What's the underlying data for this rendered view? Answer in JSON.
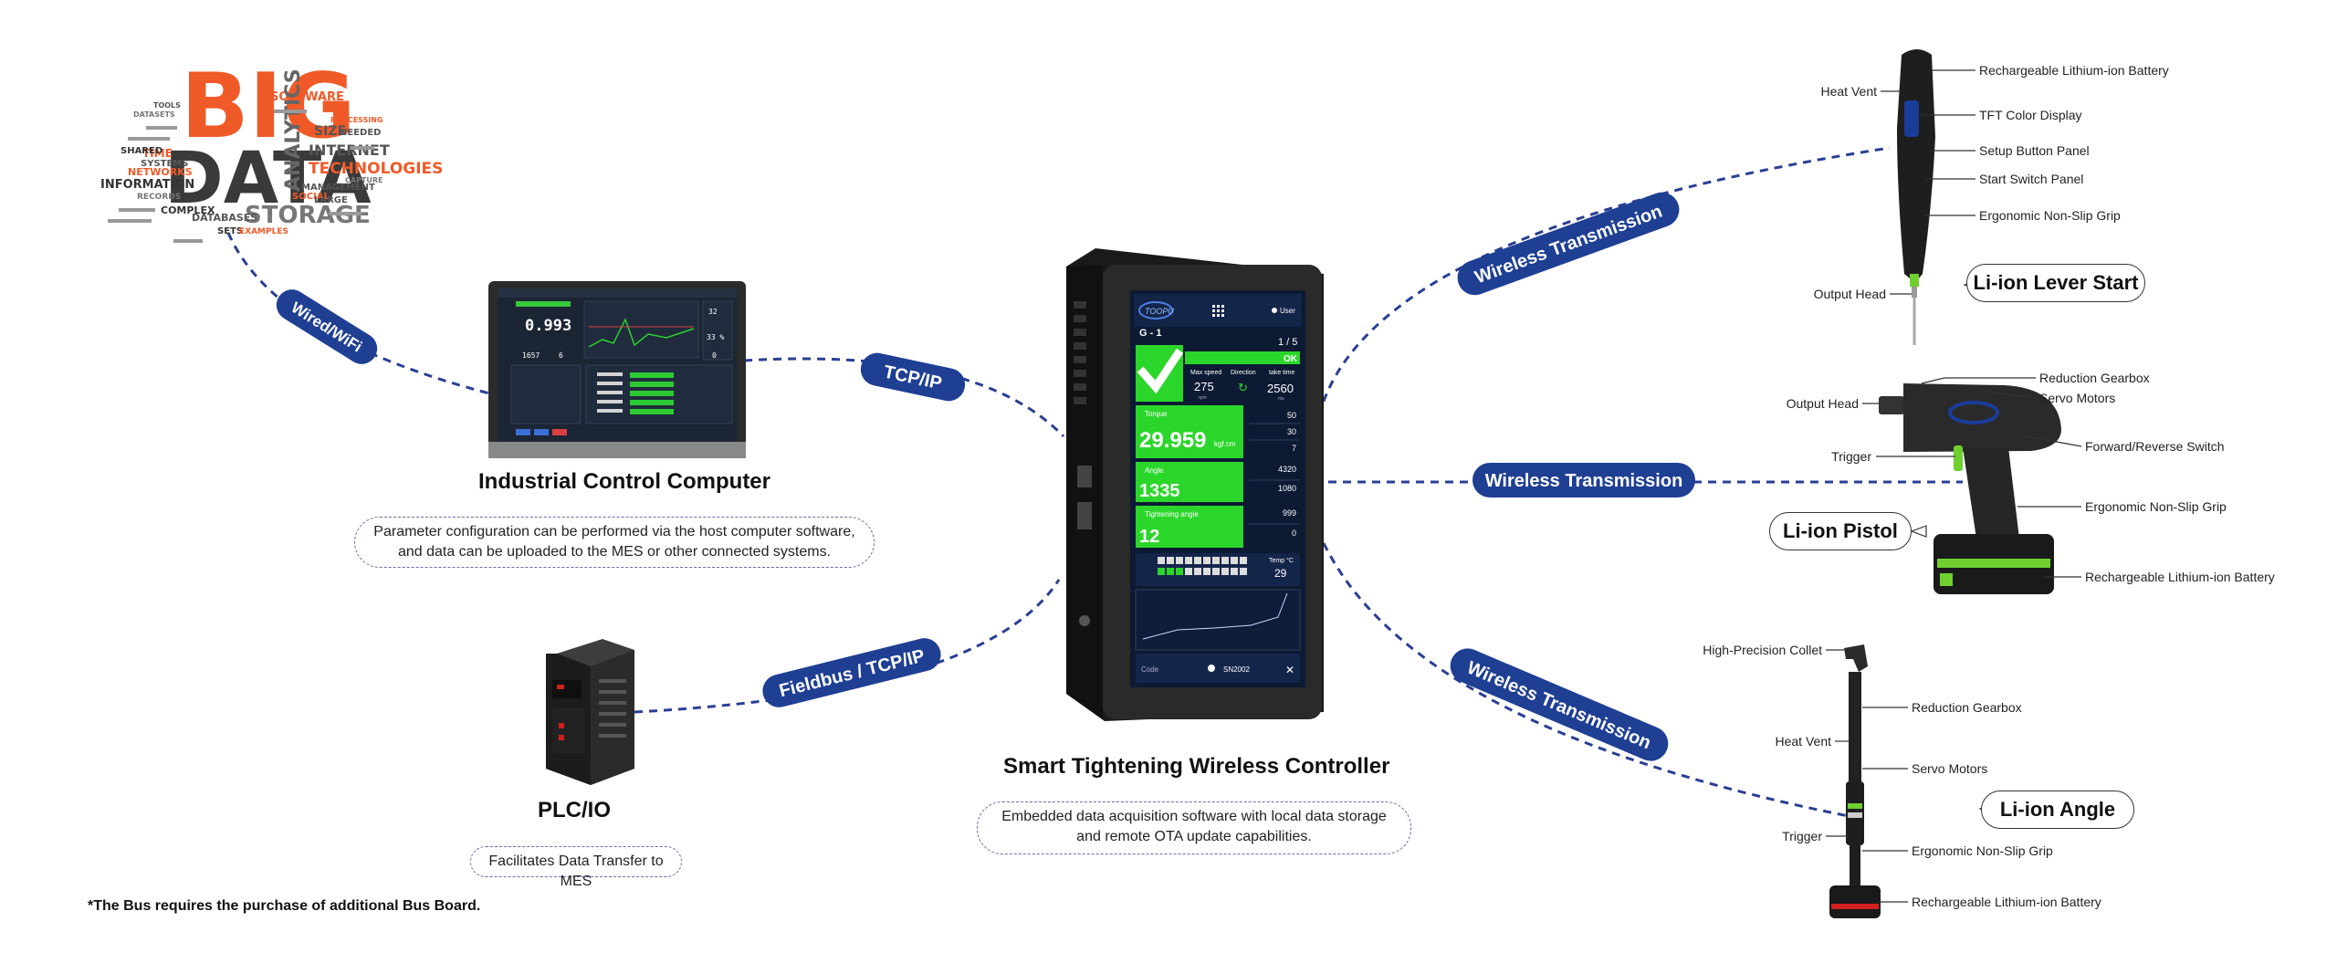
{
  "big_data_cloud": {
    "big": "BIG",
    "data": "DATA",
    "words": [
      "SOFTWARE",
      "ANALYTICS",
      "INTERNET",
      "TECHNOLOGIES",
      "STORAGE",
      "INFORMATION",
      "NETWORKS",
      "TIME",
      "SIZE",
      "NEEDED",
      "DATABASES",
      "COMPLEX",
      "SETS",
      "SHARED",
      "SYSTEMS",
      "RECORDS",
      "MANAGEMENT",
      "EXAMPLES",
      "SOCIAL",
      "LARGE",
      "CAPTURE",
      "PROCESSING",
      "TOOLS",
      "DATASETS"
    ]
  },
  "connections": {
    "wired_wifi": "Wired/WiFi",
    "tcp_ip": "TCP/IP",
    "fieldbus": "Fieldbus / TCP/IP",
    "wireless_top": "Wireless Transmission",
    "wireless_mid": "Wireless Transmission",
    "wireless_bottom": "Wireless Transmission"
  },
  "industrial_pc": {
    "title": "Industrial Control Computer",
    "desc_line1": "Parameter configuration can be performed via the host computer software,",
    "desc_line2": "and data can be uploaded to the MES or other connected systems.",
    "screen_value": "0.993",
    "screen_sub1": "1657",
    "screen_sub2": "6",
    "screen_right1": "32",
    "screen_right2": "33 %",
    "screen_right3": "0"
  },
  "plc": {
    "title": "PLC/IO",
    "desc": "Facilitates Data Transfer to MES"
  },
  "controller": {
    "title": "Smart Tightening Wireless Controller",
    "desc_line1": "Embedded data acquisition software with local data storage",
    "desc_line2": "and remote OTA update capabilities.",
    "screen": {
      "brand": "TOOPU",
      "user": "User",
      "group": "G - 1",
      "counter": "1 / 5",
      "status": "OK",
      "max_speed_label": "Max speed",
      "max_speed": "275",
      "max_speed_unit": "rpm",
      "direction_label": "Direction",
      "take_time_label": "take time",
      "take_time": "2560",
      "take_time_unit": "ms",
      "torque_label": "Torque",
      "torque_value": "29.959",
      "torque_unit": "kgf.cm",
      "angle_label": "Angle",
      "angle_value": "1335",
      "tight_label": "Tightening angle",
      "tight_value": "12",
      "side_values": [
        "50",
        "30",
        "7",
        "4320",
        "1080",
        "999",
        "0"
      ],
      "temp_label": "Temp °C",
      "temp_value": "29",
      "footer_left": "Code",
      "footer_mid": "SN2002"
    }
  },
  "lever_start": {
    "label": "Li-ion Lever Start",
    "callouts": [
      "Heat Vent",
      "Rechargeable Lithium-ion Battery",
      "TFT Color Display",
      "Setup Button Panel",
      "Start Switch Panel",
      "Ergonomic Non-Slip Grip",
      "Output Head"
    ]
  },
  "pistol": {
    "label": "Li-ion Pistol",
    "callouts": [
      "Reduction Gearbox",
      "Servo Motors",
      "Output Head",
      "Trigger",
      "Forward/Reverse Switch",
      "Ergonomic Non-Slip Grip",
      "Rechargeable Lithium-ion Battery"
    ]
  },
  "angle": {
    "label": "Li-ion Angle",
    "callouts": [
      "High-Precision Collet",
      "Reduction Gearbox",
      "Heat Vent",
      "Servo Motors",
      "Trigger",
      "Ergonomic Non-Slip Grip",
      "Rechargeable Lithium-ion Battery"
    ]
  },
  "footnote": "*The Bus requires the purchase of additional Bus Board.",
  "colors": {
    "pill": "#1f3f93",
    "line": "#2a3f93",
    "screen_green": "#2bd62b",
    "orange": "#f05a28"
  }
}
